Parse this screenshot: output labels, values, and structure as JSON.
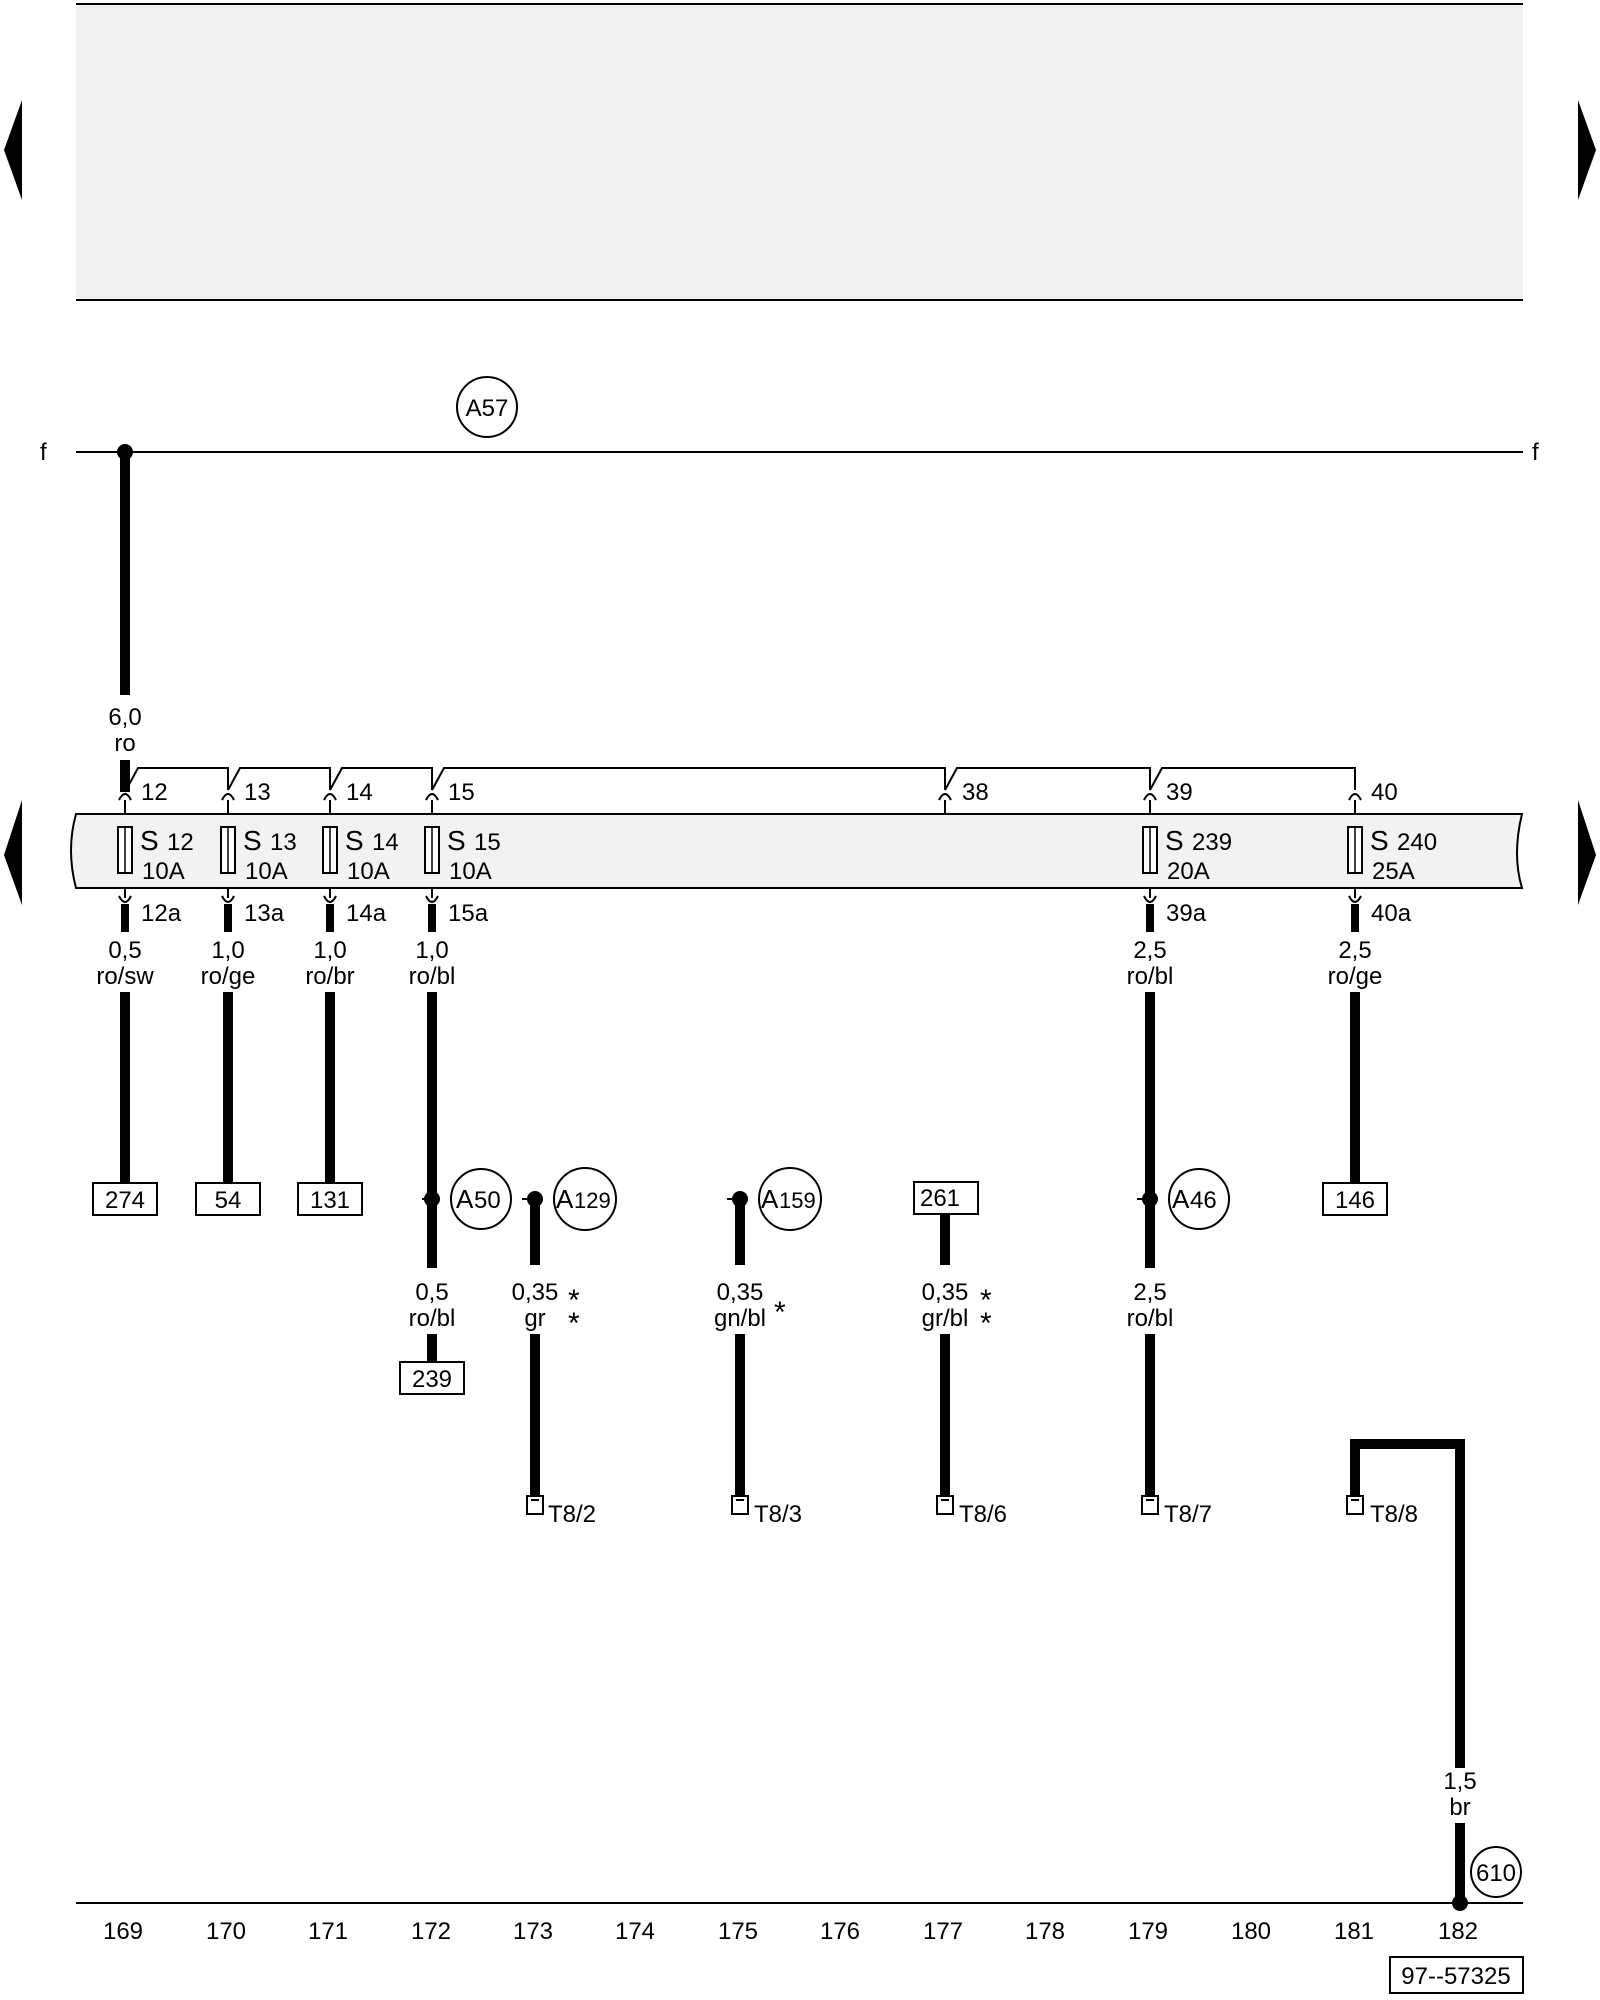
{
  "header_panel": {
    "fill": "#f2f2f2"
  },
  "fuse_panel": {
    "fill": "#f2f2f2"
  },
  "bus_label_left": "f",
  "bus_label_right": "f",
  "bus_ground": "A57",
  "main_feed": {
    "size": "6,0",
    "color": "ro"
  },
  "fuses": [
    {
      "in": "12",
      "out": "12a",
      "letter": "S",
      "num": "12",
      "amp": "10A",
      "size": "0,5",
      "color": "ro/sw",
      "dest": "274"
    },
    {
      "in": "13",
      "out": "13a",
      "letter": "S",
      "num": "13",
      "amp": "10A",
      "size": "1,0",
      "color": "ro/ge",
      "dest": "54"
    },
    {
      "in": "14",
      "out": "14a",
      "letter": "S",
      "num": "14",
      "amp": "10A",
      "size": "1,0",
      "color": "ro/br",
      "dest": "131"
    },
    {
      "in": "15",
      "out": "15a",
      "letter": "S",
      "num": "15",
      "amp": "10A",
      "size": "1,0",
      "color": "ro/bl",
      "dest": ""
    },
    {
      "in": "39",
      "out": "39a",
      "letter": "S",
      "num": "239",
      "amp": "20A",
      "size": "2,5",
      "color": "ro/bl",
      "dest": ""
    },
    {
      "in": "40",
      "out": "40a",
      "letter": "S",
      "num": "240",
      "amp": "25A",
      "size": "2,5",
      "color": "ro/ge",
      "dest": "146"
    }
  ],
  "terminal_38": "38",
  "connections": {
    "a50": {
      "ring_letter": "A",
      "ring_num": "50",
      "size": "0,5",
      "color": "ro/bl",
      "dest": "239"
    },
    "a129": {
      "ring_letter": "A",
      "ring_num": "129",
      "size": "0,35",
      "color": "gr",
      "connector": "T8/2"
    },
    "a159": {
      "ring_letter": "A",
      "ring_num": "159",
      "size": "0,35",
      "color": "gn/bl",
      "connector": "T8/3"
    },
    "w261": {
      "ref": "261",
      "size": "0,35",
      "color": "gr/bl",
      "connector": "T8/6"
    },
    "a46": {
      "ring_letter": "A",
      "ring_num": "46",
      "size": "2,5",
      "color": "ro/bl",
      "connector": "T8/7"
    },
    "t88": {
      "connector": "T8/8",
      "size": "1,5",
      "color": "br",
      "ground": "610"
    }
  },
  "asterisk": "*",
  "ruler": [
    "169",
    "170",
    "171",
    "172",
    "173",
    "174",
    "175",
    "176",
    "177",
    "178",
    "179",
    "180",
    "181",
    "182"
  ],
  "doc_number": "97--57325"
}
